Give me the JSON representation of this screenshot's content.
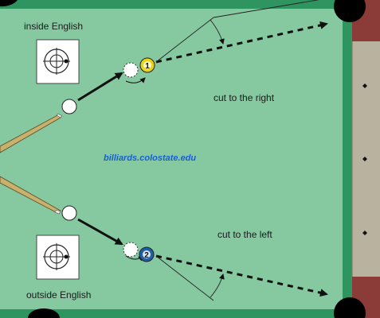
{
  "labels": {
    "inside_english": "inside English",
    "outside_english": "outside English",
    "cut_right": "cut to the right",
    "cut_left": "cut to the left",
    "credit": "billiards.colostate.edu"
  },
  "balls": {
    "ball_1": {
      "number": "1",
      "color": "#e8d21a"
    },
    "ball_2": {
      "number": "2",
      "color": "#1f5fa8"
    }
  },
  "colors": {
    "felt": "#86c9a1",
    "cushion": "#2f9560",
    "rail_wood": "#8b3b38",
    "diamond_strip": "#b9b29e",
    "pocket": "#000000",
    "credit_text": "#1a5fd0",
    "cue_stick": "#c8b06d"
  },
  "icons": [
    "target-icon",
    "diamond-icon",
    "cue-stick-icon",
    "arrow-icon"
  ]
}
